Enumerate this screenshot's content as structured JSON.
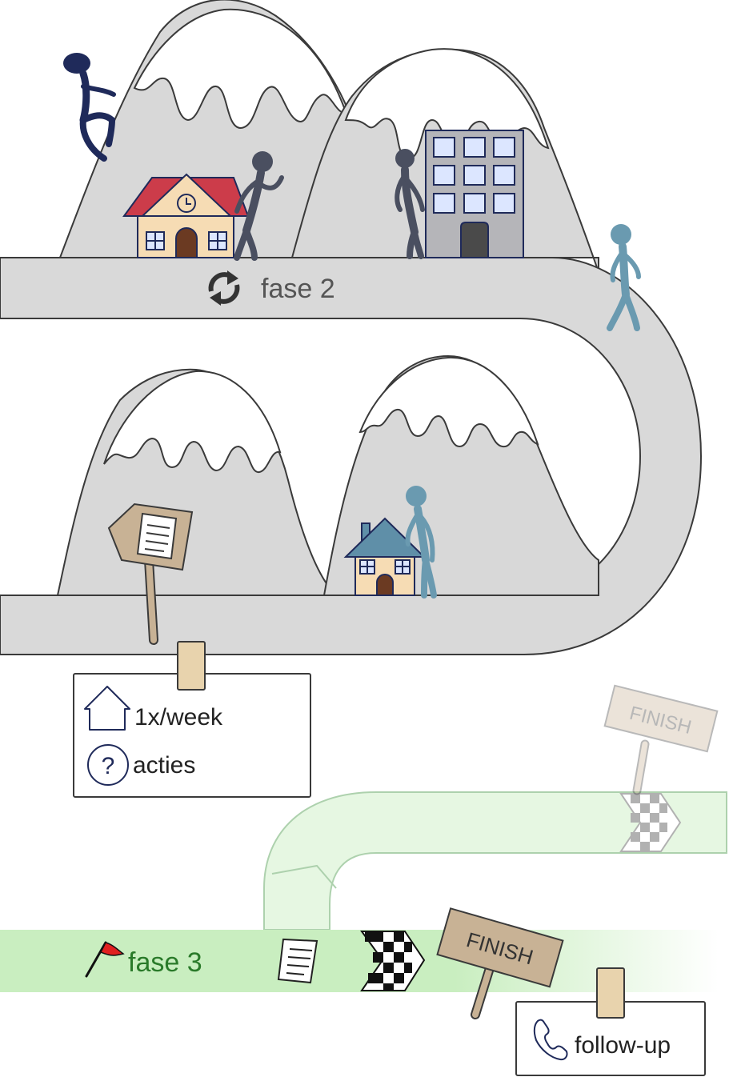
{
  "road_labels": {
    "phase2": "fase 2",
    "phase3": "fase 3"
  },
  "signs": {
    "finish_main": "FINISH",
    "finish_faded": "FINISH"
  },
  "info_box_1": {
    "visits": "1x/week",
    "actions": "acties",
    "question_mark": "?"
  },
  "info_box_2": {
    "followup": "follow-up"
  },
  "colors": {
    "road_gray": "#d9d9d9",
    "mountain_gray": "#d8d8d8",
    "road_green": "#c9eec0",
    "phase3_text": "#2a7a2a",
    "roof_red": "#cc3c4a",
    "house_wall": "#f6dcb4",
    "blue_house_roof": "#5f8fa8",
    "figure_dark": "#1f2a5a",
    "figure_slate": "#4a4f60",
    "figure_teal": "#6a9ab0",
    "sign_wood": "#c8b295",
    "flag_red": "#e02020"
  }
}
